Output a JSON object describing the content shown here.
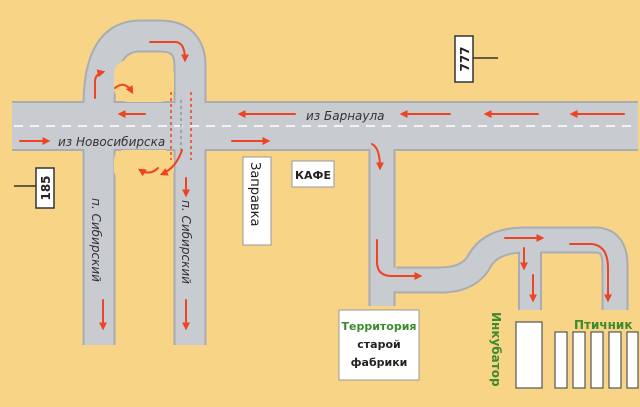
{
  "map": {
    "road_labels": {
      "from_novosibirsk": "из Новосибирска",
      "from_barnaul": "из Барнаула",
      "sibirsky_left": "п. Сибирский",
      "sibirsky_right": "п. Сибирский"
    },
    "place_labels": {
      "gas_station": "Заправка",
      "cafe": "КАФЕ",
      "old_factory_line1": "Территория",
      "old_factory_line2": "старой",
      "old_factory_line3": "фабрики",
      "incubator": "Инкубатор",
      "poultry_house": "Птичник"
    },
    "road_signs": {
      "km_185": "185",
      "km_777": "777"
    },
    "colors": {
      "background": "#f8d487",
      "road": "#c8cbd0",
      "road_edge": "#a9adb3",
      "arrow": "#ee4424",
      "green_label": "#3e8a2f",
      "sign_border": "#333333"
    }
  }
}
